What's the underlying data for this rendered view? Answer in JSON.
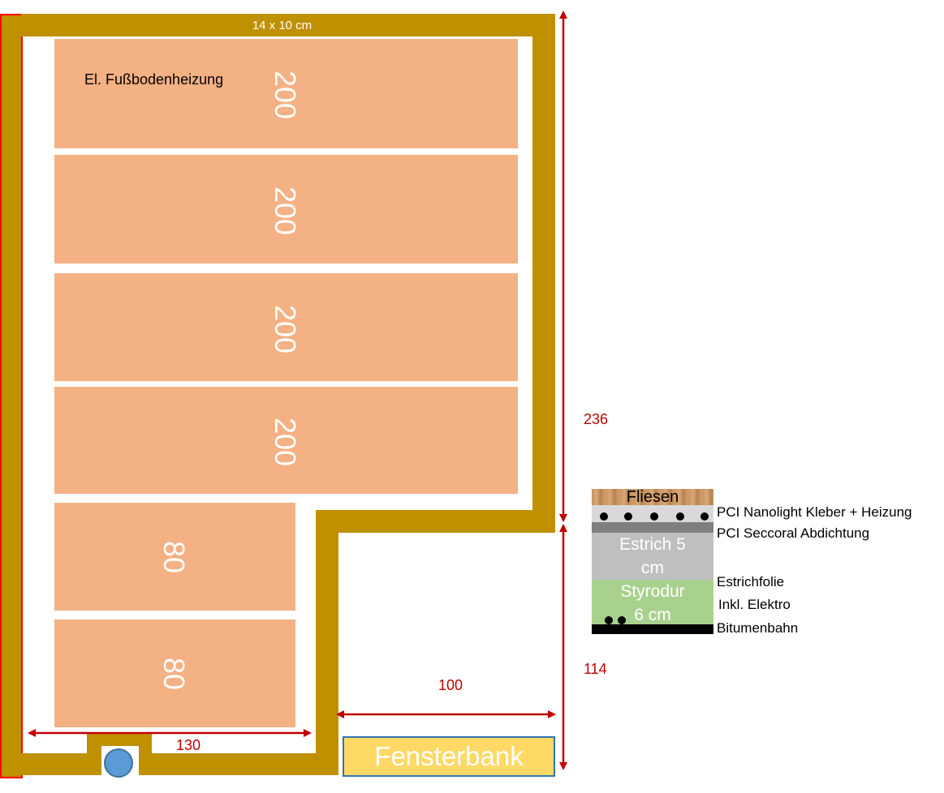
{
  "plan": {
    "wall_label": "14 x 10 cm",
    "heating_label": "El. Fußbodenheizung",
    "mats": [
      {
        "value": "200"
      },
      {
        "value": "200"
      },
      {
        "value": "200"
      },
      {
        "value": "200"
      },
      {
        "value": "80"
      },
      {
        "value": "80"
      }
    ],
    "dimensions": {
      "upper_height": "236",
      "lower_height": "114",
      "window_width": "100",
      "bottom_width": "130"
    },
    "window_sill_label": "Fensterbank",
    "drain_icon": "circle-drain-icon"
  },
  "section": {
    "layers": [
      {
        "label": "Fliesen"
      },
      {
        "label": "PCI Nanolight Kleber + Heizung"
      },
      {
        "label": "PCI Seccoral Abdichtung"
      },
      {
        "label": "Estrich 5 cm"
      },
      {
        "label": "Estrichfolie"
      },
      {
        "label": "Styrodur 6 cm"
      },
      {
        "label": "Inkl. Elektro"
      },
      {
        "label": "Bitumenbahn"
      }
    ]
  },
  "colors": {
    "wall": "#bf9000",
    "mat": "#f4b183",
    "dimension": "#c00000",
    "red_border": "#ff0000",
    "window_sill": "#ffd966",
    "window_sill_border": "#2e75b6",
    "drain": "#5b9bd5",
    "styrodur": "#a9d18e",
    "estrich": "#bfbfbf"
  }
}
